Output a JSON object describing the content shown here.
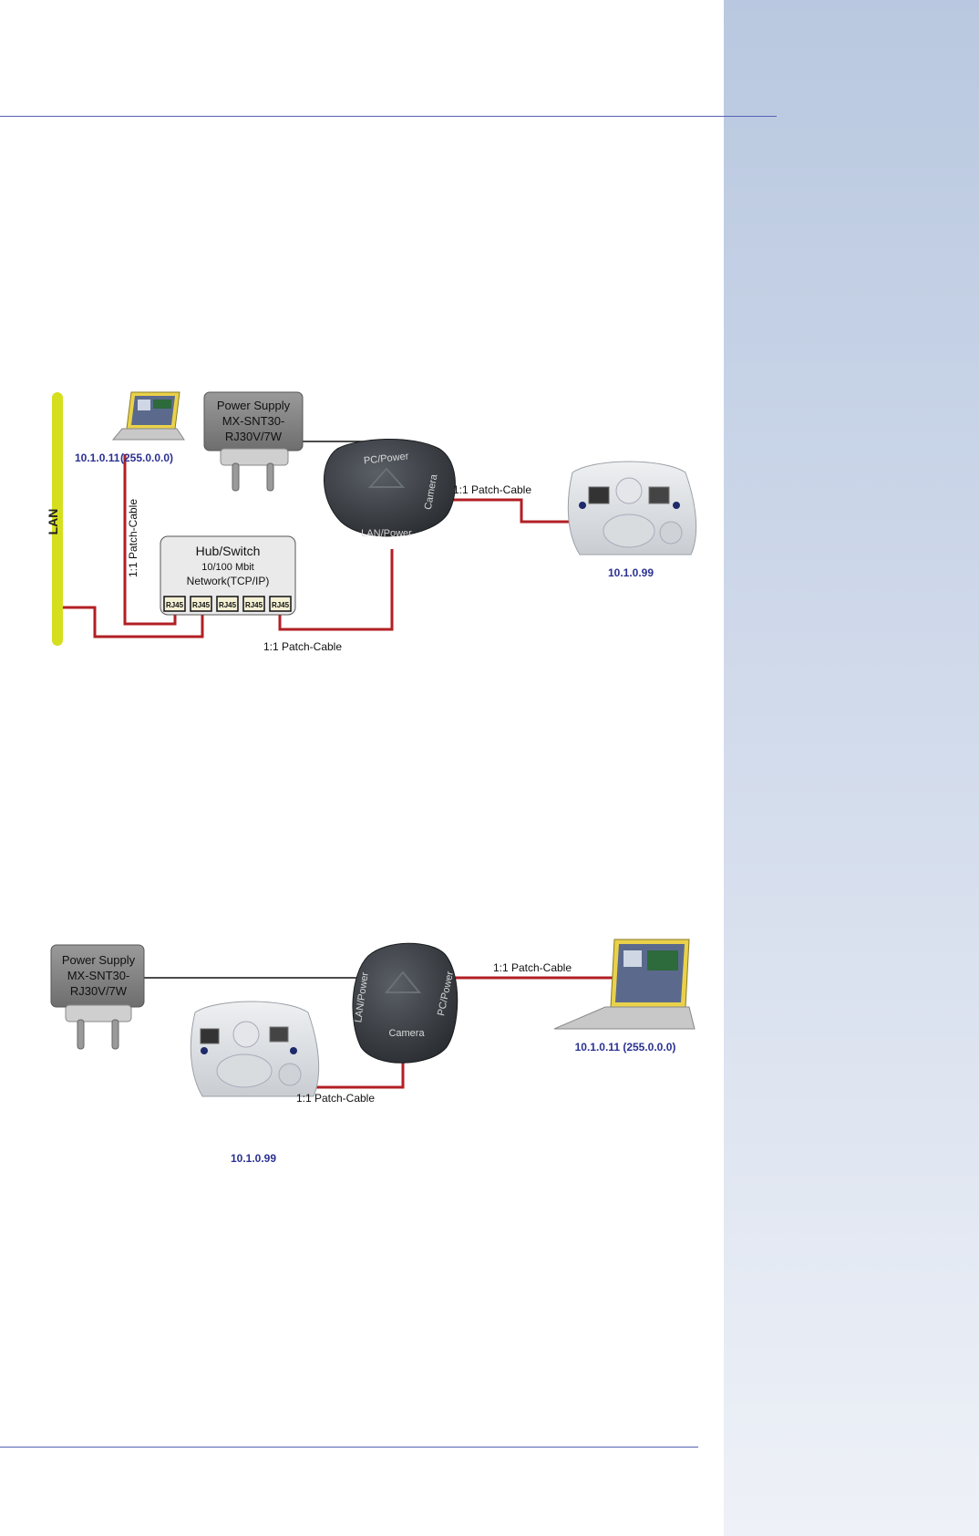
{
  "figure1": {
    "lan_label": "LAN",
    "laptop_ip": "10.1.0.11",
    "laptop_mask": "(255.0.0.0)",
    "power_supply": [
      "Power Supply",
      "MX-SNT30-",
      "RJ30V/7W"
    ],
    "injector_pc_power": "PC/Power",
    "injector_camera": "Camera",
    "injector_lan_power": "LAN/Power",
    "hub_title": "Hub/Switch",
    "hub_speed": "10/100 Mbit",
    "hub_network": "Network(TCP/IP)",
    "rj45": "RJ45",
    "patch_cable_vertical": "1:1 Patch-Cable",
    "patch_cable_camera": "1:1 Patch-Cable",
    "patch_cable_bottom": "1:1 Patch-Cable",
    "camera_ip": "10.1.0.99"
  },
  "figure2": {
    "power_supply": [
      "Power Supply",
      "MX-SNT30-",
      "RJ30V/7W"
    ],
    "injector_lan_power": "LAN/Power",
    "injector_pc_power": "PC/Power",
    "injector_camera": "Camera",
    "patch_cable_laptop": "1:1 Patch-Cable",
    "patch_cable_camera": "1:1 Patch-Cable",
    "laptop_ip": "10.1.0.11 (255.0.0.0)",
    "camera_ip": "10.1.0.99"
  },
  "colors": {
    "cable_red": "#b21f24",
    "lan_yellow": "#d6df1e",
    "ip_blue": "#2b3192",
    "rule_blue": "#5561b3"
  }
}
